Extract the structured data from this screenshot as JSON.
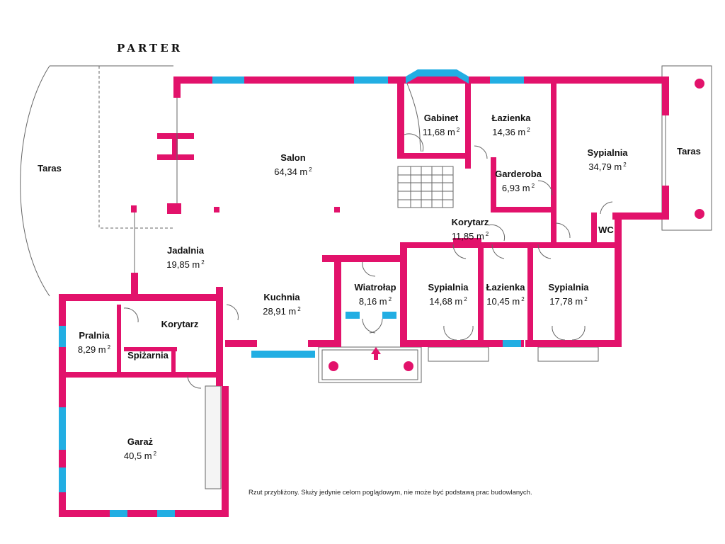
{
  "title": "PARTER",
  "colors": {
    "wall": "#e2126b",
    "window": "#22aee3",
    "line": "#555555"
  },
  "rooms": [
    {
      "name": "Salon",
      "area": "64,34 m",
      "unit_sup": "2"
    },
    {
      "name": "Gabinet",
      "area": "11,68 m",
      "unit_sup": "2"
    },
    {
      "name": "Łazienka",
      "area": "14,36 m",
      "unit_sup": "2"
    },
    {
      "name": "Sypialnia",
      "area": "34,79 m",
      "unit_sup": "2"
    },
    {
      "name": "Garderoba",
      "area": "6,93 m",
      "unit_sup": "2"
    },
    {
      "name": "Korytarz",
      "area": "11,85 m",
      "unit_sup": "2"
    },
    {
      "name": "Jadalnia",
      "area": "19,85 m",
      "unit_sup": "2"
    },
    {
      "name": "Kuchnia",
      "area": "28,91 m",
      "unit_sup": "2"
    },
    {
      "name": "Wiatrołap",
      "area": "8,16 m",
      "unit_sup": "2"
    },
    {
      "name": "Sypialnia",
      "area": "14,68 m",
      "unit_sup": "2"
    },
    {
      "name": "Łazienka",
      "area": "10,45 m",
      "unit_sup": "2"
    },
    {
      "name": "Sypialnia",
      "area": "17,78 m",
      "unit_sup": "2"
    },
    {
      "name": "Pralnia",
      "area": "8,29 m",
      "unit_sup": "2"
    },
    {
      "name": "Garaż",
      "area": "40,5 m",
      "unit_sup": "2"
    }
  ],
  "labels": {
    "taras_left": "Taras",
    "taras_right": "Taras",
    "wc": "WC",
    "korytarz_small": "Korytarz",
    "spizarnia": "Spiżarnia"
  },
  "note": "Rzut przybliżony. Służy jedynie celom poglądowym, nie może być podstawą prac budowlanych."
}
